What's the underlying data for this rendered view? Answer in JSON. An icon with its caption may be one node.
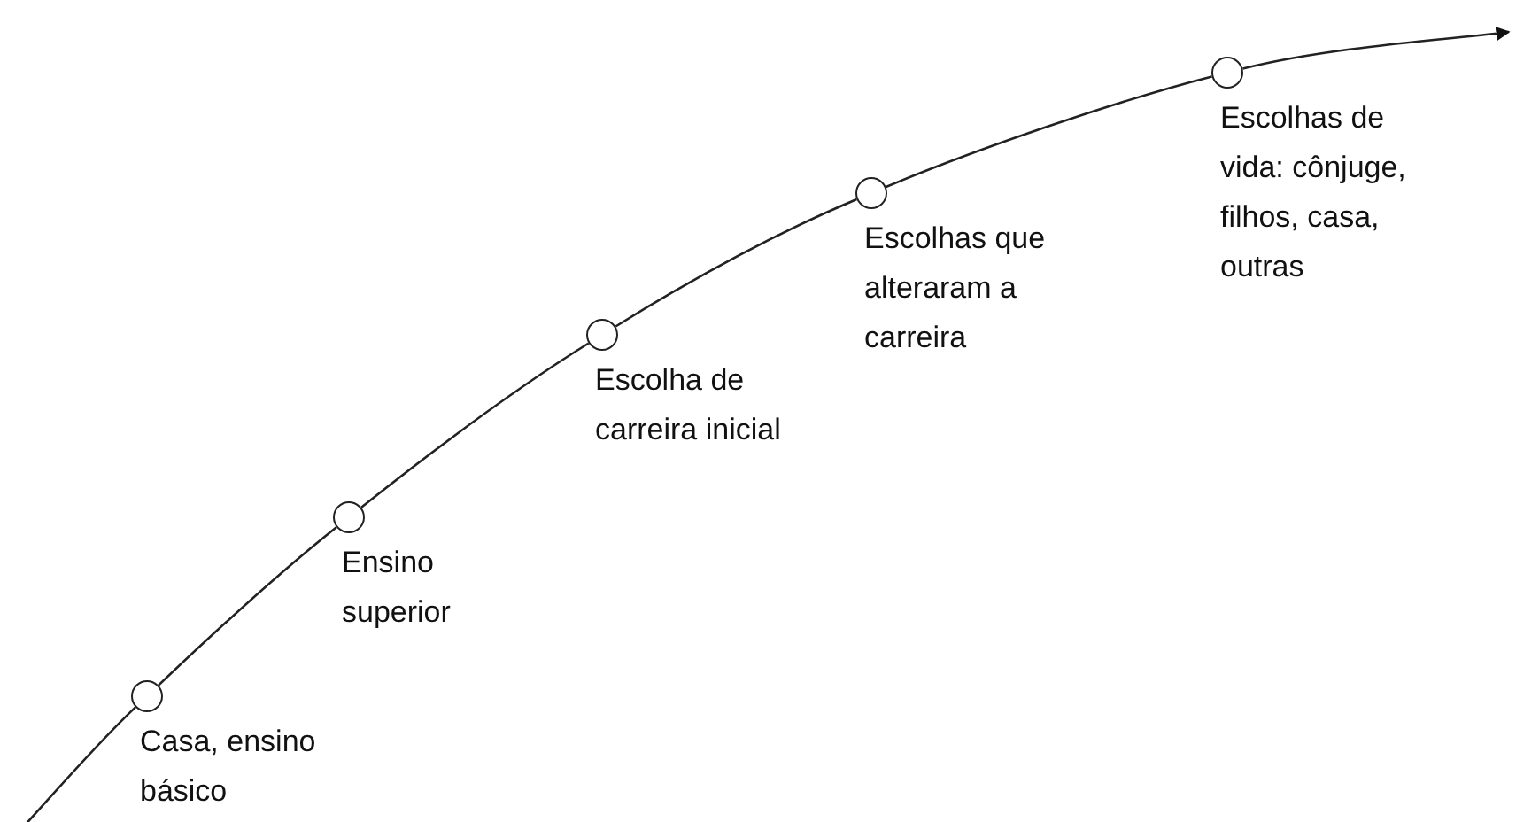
{
  "diagram": {
    "nodes": [
      {
        "text": [],
        "shape": "circle",
        "beside": [
          "Casa, ensino básico"
        ]
      },
      {
        "text": [],
        "shape": "circle",
        "beside": [
          "Ensino superior"
        ]
      },
      {
        "text": [],
        "shape": "circle",
        "beside": [
          "Escolha de carreira inicial"
        ]
      },
      {
        "text": [],
        "shape": "circle",
        "beside": [
          "Escolhas que alteraram a carreira"
        ]
      },
      {
        "text": [],
        "shape": "circle",
        "beside": [
          "Escolhas de vida: cônjuge, filhos, casa, outras"
        ]
      }
    ],
    "edges": [
      {
        "from": null,
        "to": 0,
        "arrow": "none"
      },
      {
        "from": 0,
        "to": 1,
        "arrow": "none"
      },
      {
        "from": 1,
        "to": 2,
        "arrow": "none"
      },
      {
        "from": 2,
        "to": 3,
        "arrow": "none"
      },
      {
        "from": 3,
        "to": 4,
        "arrow": "none"
      },
      {
        "from": 4,
        "to": null,
        "arrow": "to"
      }
    ]
  }
}
